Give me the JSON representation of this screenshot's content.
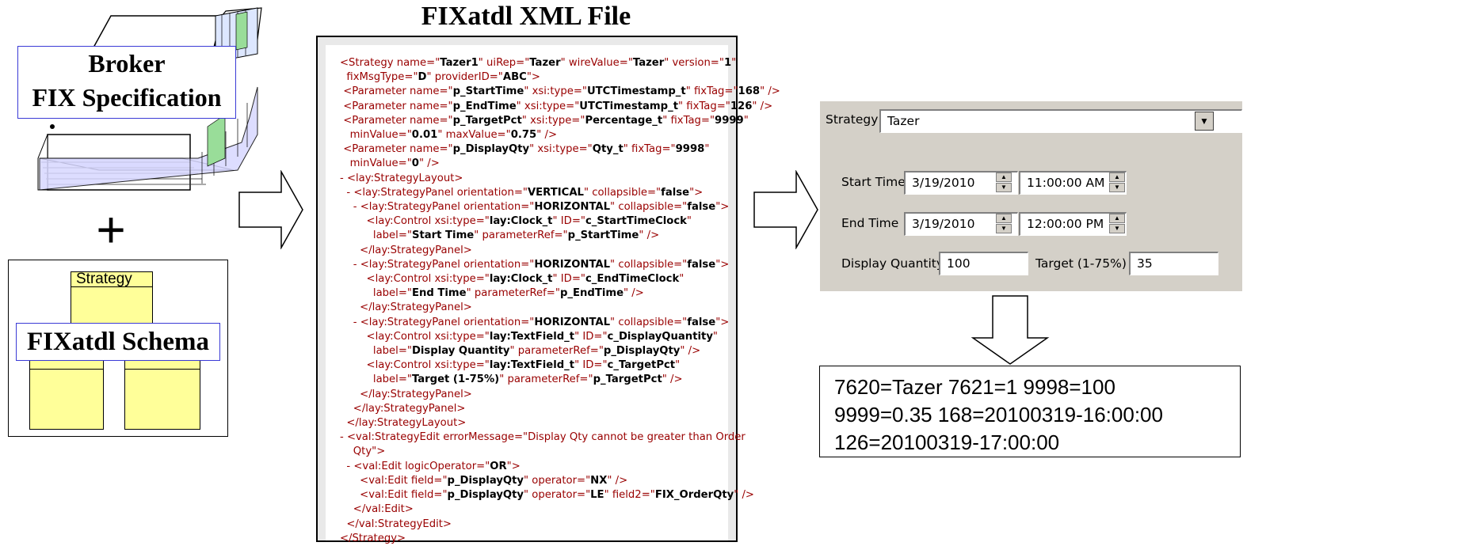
{
  "broker": {
    "line1": "Broker",
    "line2": "FIX Specification"
  },
  "plus": "+",
  "schema": {
    "box_title": "Strategy",
    "label": "FIXatdl Schema"
  },
  "xml": {
    "title": "FIXatdl XML File",
    "lines": [
      "<Strategy name=\"Tazer1\" uiRep=\"Tazer\" wireValue=\"Tazer\" version=\"1\"",
      "  fixMsgType=\"D\" providerID=\"ABC\">",
      " <Parameter name=\"p_StartTime\" xsi:type=\"UTCTimestamp_t\" fixTag=\"168\" />",
      " <Parameter name=\"p_EndTime\" xsi:type=\"UTCTimestamp_t\" fixTag=\"126\" />",
      " <Parameter name=\"p_TargetPct\" xsi:type=\"Percentage_t\" fixTag=\"9999\"",
      "   minValue=\"0.01\" maxValue=\"0.75\" />",
      " <Parameter name=\"p_DisplayQty\" xsi:type=\"Qty_t\" fixTag=\"9998\"",
      "   minValue=\"0\" />",
      "- <lay:StrategyLayout>",
      "  - <lay:StrategyPanel orientation=\"VERTICAL\" collapsible=\"false\">",
      "    - <lay:StrategyPanel orientation=\"HORIZONTAL\" collapsible=\"false\">",
      "        <lay:Control xsi:type=\"lay:Clock_t\" ID=\"c_StartTimeClock\"",
      "          label=\"Start Time\" parameterRef=\"p_StartTime\" />",
      "      </lay:StrategyPanel>",
      "    - <lay:StrategyPanel orientation=\"HORIZONTAL\" collapsible=\"false\">",
      "        <lay:Control xsi:type=\"lay:Clock_t\" ID=\"c_EndTimeClock\"",
      "          label=\"End Time\" parameterRef=\"p_EndTime\" />",
      "      </lay:StrategyPanel>",
      "    - <lay:StrategyPanel orientation=\"HORIZONTAL\" collapsible=\"false\">",
      "        <lay:Control xsi:type=\"lay:TextField_t\" ID=\"c_DisplayQuantity\"",
      "          label=\"Display Quantity\" parameterRef=\"p_DisplayQty\" />",
      "        <lay:Control xsi:type=\"lay:TextField_t\" ID=\"c_TargetPct\"",
      "          label=\"Target (1-75%)\" parameterRef=\"p_TargetPct\" />",
      "      </lay:StrategyPanel>",
      "    </lay:StrategyPanel>",
      "  </lay:StrategyLayout>",
      "- <val:StrategyEdit errorMessage=\"Display Qty cannot be greater than Order",
      "    Qty\">",
      "  - <val:Edit logicOperator=\"OR\">",
      "      <val:Edit field=\"p_DisplayQty\" operator=\"NX\" />",
      "      <val:Edit field=\"p_DisplayQty\" operator=\"LE\" field2=\"FIX_OrderQty\" />",
      "    </val:Edit>",
      "  </val:StrategyEdit>",
      "</Strategy>"
    ]
  },
  "ui": {
    "strategy_label": "Strategy",
    "strategy_value": "Tazer",
    "start_time_label": "Start Time",
    "start_date": "3/19/2010",
    "start_time": "11:00:00 AM",
    "end_time_label": "End Time",
    "end_date": "3/19/2010",
    "end_time": "12:00:00 PM",
    "display_qty_label": "Display Quantity",
    "display_qty_value": "100",
    "target_label": "Target (1-75%)",
    "target_value": "35"
  },
  "output": {
    "lines": [
      "7620=Tazer 7621=1 9998=100",
      "9999=0.35 168=20100319-16:00:00",
      "126=20100319-17:00:00"
    ]
  },
  "colors": {
    "label_border": "#3a3ad6",
    "schema_yellow": "#ffff99",
    "panel_gray": "#d4d0c8",
    "xml_markup": "#990000"
  }
}
